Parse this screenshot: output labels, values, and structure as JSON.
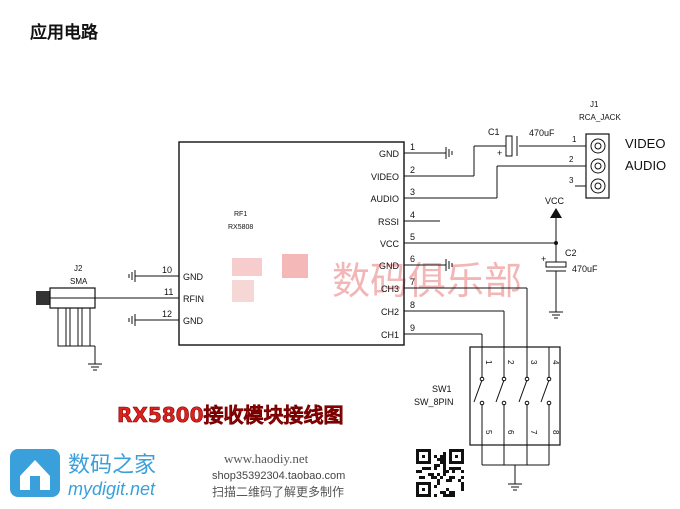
{
  "heading": "应用电路",
  "module": {
    "ref": "RF1",
    "part": "RX5808",
    "right_pins": [
      {
        "name": "GND",
        "num": "1"
      },
      {
        "name": "VIDEO",
        "num": "2"
      },
      {
        "name": "AUDIO",
        "num": "3"
      },
      {
        "name": "RSSI",
        "num": "4"
      },
      {
        "name": "VCC",
        "num": "5"
      },
      {
        "name": "GND",
        "num": "6"
      },
      {
        "name": "CH3",
        "num": "7"
      },
      {
        "name": "CH2",
        "num": "8"
      },
      {
        "name": "CH1",
        "num": "9"
      }
    ],
    "left_pins": [
      {
        "name": "GND",
        "num": "10"
      },
      {
        "name": "RFIN",
        "num": "11"
      },
      {
        "name": "GND",
        "num": "12"
      }
    ]
  },
  "j1": {
    "ref": "J1",
    "part": "RCA_JACK",
    "pins": [
      "1",
      "2",
      "3"
    ],
    "labels": [
      "VIDEO",
      "AUDIO"
    ]
  },
  "c1": {
    "ref": "C1",
    "value": "470uF",
    "polarity": "+"
  },
  "c2": {
    "ref": "C2",
    "value": "470uF",
    "polarity": "+"
  },
  "vcc_label": "VCC",
  "j2": {
    "ref": "J2",
    "part": "SMA"
  },
  "sw1": {
    "ref": "SW1",
    "part": "SW_8PIN",
    "top_pins": [
      "1",
      "2",
      "3",
      "4"
    ],
    "bottom_pins": [
      "5",
      "6",
      "7",
      "8"
    ]
  },
  "caption": "RX5800接收模块接线图",
  "watermark": "数码俱乐部",
  "footer": {
    "brand_cn": "数码之家",
    "brand_en": "mydigit.net",
    "site": "www.haodiy.net",
    "shop": "shop35392304.taobao.com",
    "slogan": "扫描二维码了解更多制作"
  },
  "colors": {
    "caption": "#e0201c",
    "brand": "#3aa0dc",
    "watermark": "#f3b6b6"
  }
}
